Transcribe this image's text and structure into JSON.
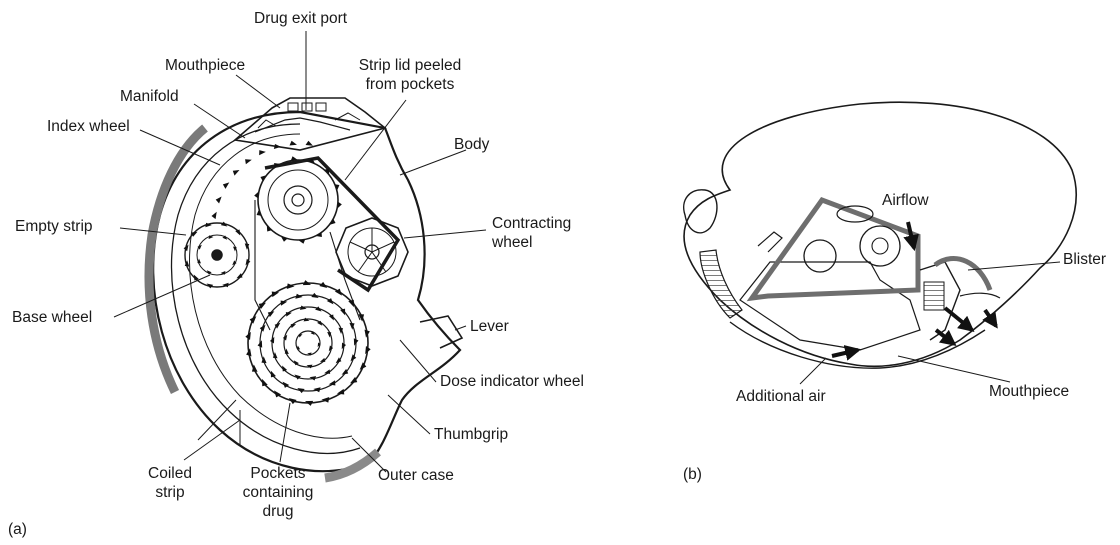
{
  "panel_a": {
    "caption": "(a)",
    "labels": {
      "drug_exit_port": "Drug exit port",
      "mouthpiece": "Mouthpiece",
      "strip_lid_line1": "Strip lid peeled",
      "strip_lid_line2": "from pockets",
      "manifold": "Manifold",
      "index_wheel": "Index wheel",
      "body": "Body",
      "empty_strip": "Empty strip",
      "contracting_line1": "Contracting",
      "contracting_line2": "wheel",
      "base_wheel": "Base wheel",
      "lever": "Lever",
      "dose_indicator_wheel": "Dose indicator wheel",
      "thumbgrip": "Thumbgrip",
      "coiled_line1": "Coiled",
      "coiled_line2": "strip",
      "pockets_line1": "Pockets",
      "pockets_line2": "containing",
      "pockets_line3": "drug",
      "outer_case": "Outer case"
    }
  },
  "panel_b": {
    "caption": "(b)",
    "labels": {
      "airflow": "Airflow",
      "blister": "Blister",
      "additional_air": "Additional air",
      "mouthpiece": "Mouthpiece"
    }
  },
  "colors": {
    "ink": "#1a1a1a",
    "strip_gray": "#6e6e6e",
    "shade": "#8c8c8c"
  }
}
